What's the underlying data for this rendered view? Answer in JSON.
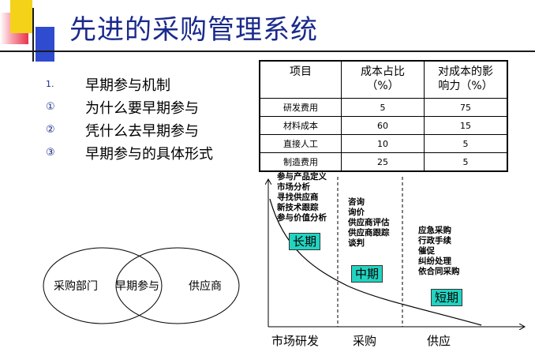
{
  "title": "先进的采购管理系统",
  "outline": [
    {
      "marker": "1.",
      "text": "早期参与机制"
    },
    {
      "marker": "①",
      "text": "为什么要早期参与"
    },
    {
      "marker": "②",
      "text": "凭什么去早期参与"
    },
    {
      "marker": "③",
      "text": "早期参与的具体形式"
    }
  ],
  "cost_table": {
    "headers": [
      "项目",
      "成本占比（%）",
      "对成本的影响力（%）"
    ],
    "header_lines": [
      [
        "项目"
      ],
      [
        "成本占比",
        "（%）"
      ],
      [
        "对成本的影",
        "响力（%）"
      ]
    ],
    "rows": [
      [
        "研发费用",
        "5",
        "75"
      ],
      [
        "材料成本",
        "60",
        "15"
      ],
      [
        "直接人工",
        "10",
        "5"
      ],
      [
        "制造费用",
        "25",
        "5"
      ]
    ]
  },
  "diagram": {
    "phases": [
      {
        "label": "长期",
        "activities": [
          "参与产品定义",
          "市场分析",
          "寻找供应商",
          "新技术跟踪",
          "参与价值分析"
        ]
      },
      {
        "label": "中期",
        "activities": [
          "咨询",
          "询价",
          "供应商评估",
          "供应商跟踪",
          "谈判"
        ]
      },
      {
        "label": "短期",
        "activities": [
          "应急采购",
          "行政手续",
          "催促",
          "纠纷处理",
          "依合同采购"
        ]
      }
    ],
    "x_axis": [
      "市场研发",
      "采购",
      "供应"
    ]
  },
  "venn": {
    "left": "采购部门",
    "overlap": "早期参与",
    "right": "供应商"
  },
  "colors": {
    "title": "#1a2a8c",
    "stage_box": "#22d3c0",
    "deco_red": "#e8344a",
    "deco_yellow": "#f5d21a",
    "deco_blue": "#2f4bcf"
  }
}
